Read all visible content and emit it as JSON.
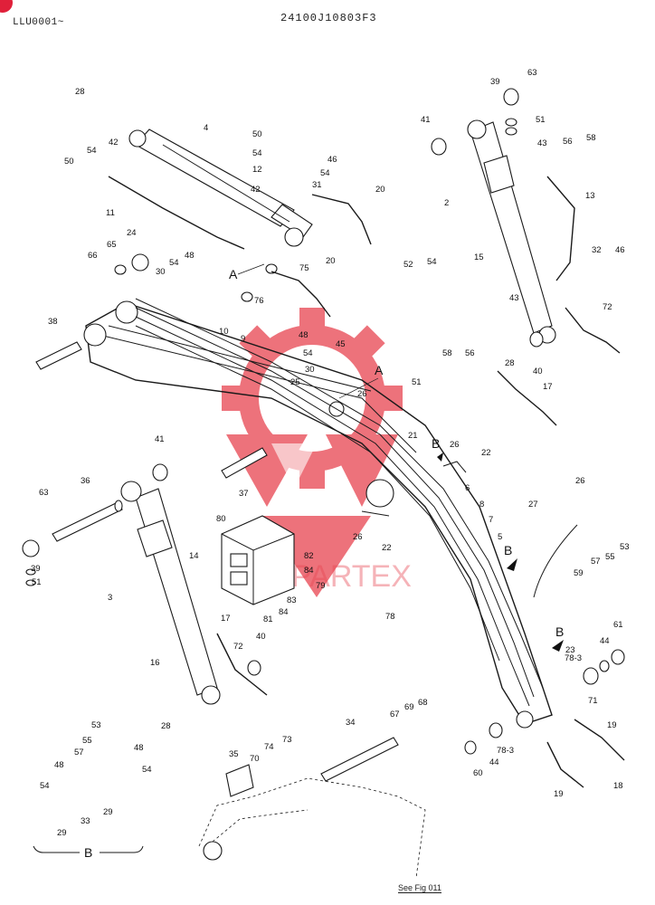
{
  "header": {
    "left_code": "LLU0001~",
    "center_code": "24100J10803F3"
  },
  "footer": {
    "reference": "See Fig 011"
  },
  "watermark": {
    "text": "PARTEX",
    "color": "#e8434f"
  },
  "callouts": {
    "view_a": "A",
    "view_b": "B"
  },
  "part_labels": [
    "28",
    "42",
    "54",
    "50",
    "11",
    "24",
    "65",
    "66",
    "4",
    "50",
    "54",
    "12",
    "42",
    "46",
    "54",
    "31",
    "20",
    "48",
    "54",
    "30",
    "75",
    "76",
    "20",
    "38",
    "10",
    "9",
    "48",
    "54",
    "30",
    "45",
    "25",
    "26",
    "51",
    "63",
    "39",
    "51",
    "41",
    "2",
    "43",
    "56",
    "58",
    "13",
    "32",
    "46",
    "52",
    "54",
    "15",
    "72",
    "43",
    "58",
    "56",
    "28",
    "40",
    "17",
    "21",
    "26",
    "22",
    "6",
    "8",
    "7",
    "5",
    "41",
    "37",
    "36",
    "63",
    "39",
    "51",
    "3",
    "14",
    "80",
    "82",
    "84",
    "83",
    "79",
    "84",
    "81",
    "26",
    "22",
    "78",
    "17",
    "72",
    "40",
    "16",
    "28",
    "27",
    "26",
    "57",
    "55",
    "53",
    "59",
    "61",
    "44",
    "23",
    "78-3",
    "71",
    "19",
    "18",
    "19",
    "34",
    "67",
    "69",
    "68",
    "78-3",
    "44",
    "60",
    "35",
    "70",
    "74",
    "73",
    "53",
    "55",
    "57",
    "48",
    "54",
    "48",
    "33",
    "29",
    "29",
    "54"
  ]
}
